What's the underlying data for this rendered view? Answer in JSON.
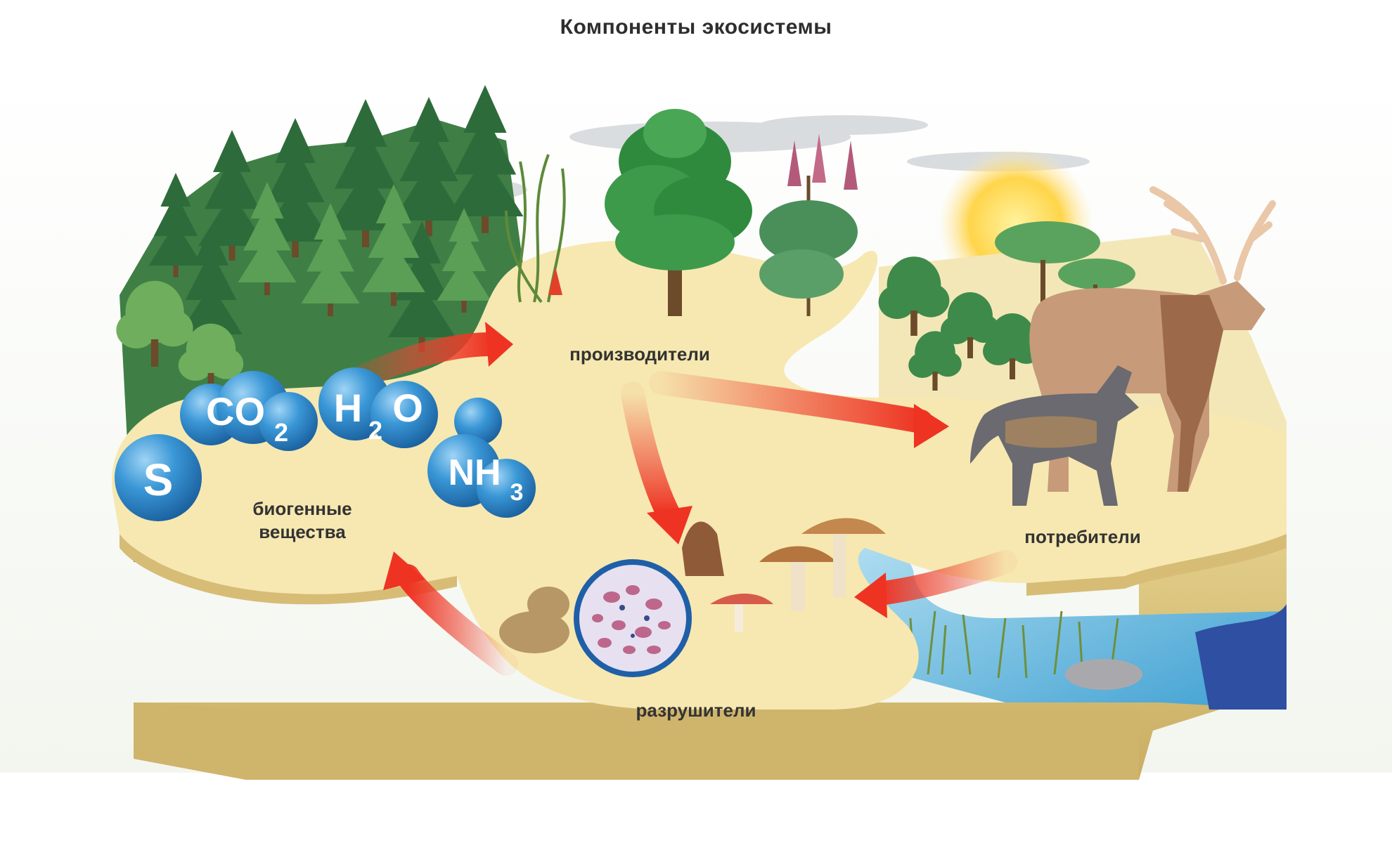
{
  "title": "Компоненты экосистемы",
  "labels": {
    "producers": "производители",
    "consumers": "потребители",
    "decomposers": "разрушители",
    "nutrients_line1": "биогенные",
    "nutrients_line2": "вещества"
  },
  "molecules": {
    "s": "S",
    "co2_base": "CO",
    "co2_sub": "2",
    "h2o_a": "H",
    "h2o_sub": "2",
    "h2o_b": "O",
    "nh3_base": "NH",
    "nh3_sub": "3"
  },
  "colors": {
    "platform_top": "#f6e8b0",
    "platform_side": "#d9c07a",
    "arrow": "#ee4433",
    "molecule": "#2a86c9",
    "forest_dark": "#2e6b3a",
    "forest_light": "#6aa84f",
    "water": "#5fb6dd",
    "sun": "#ffd54a"
  }
}
